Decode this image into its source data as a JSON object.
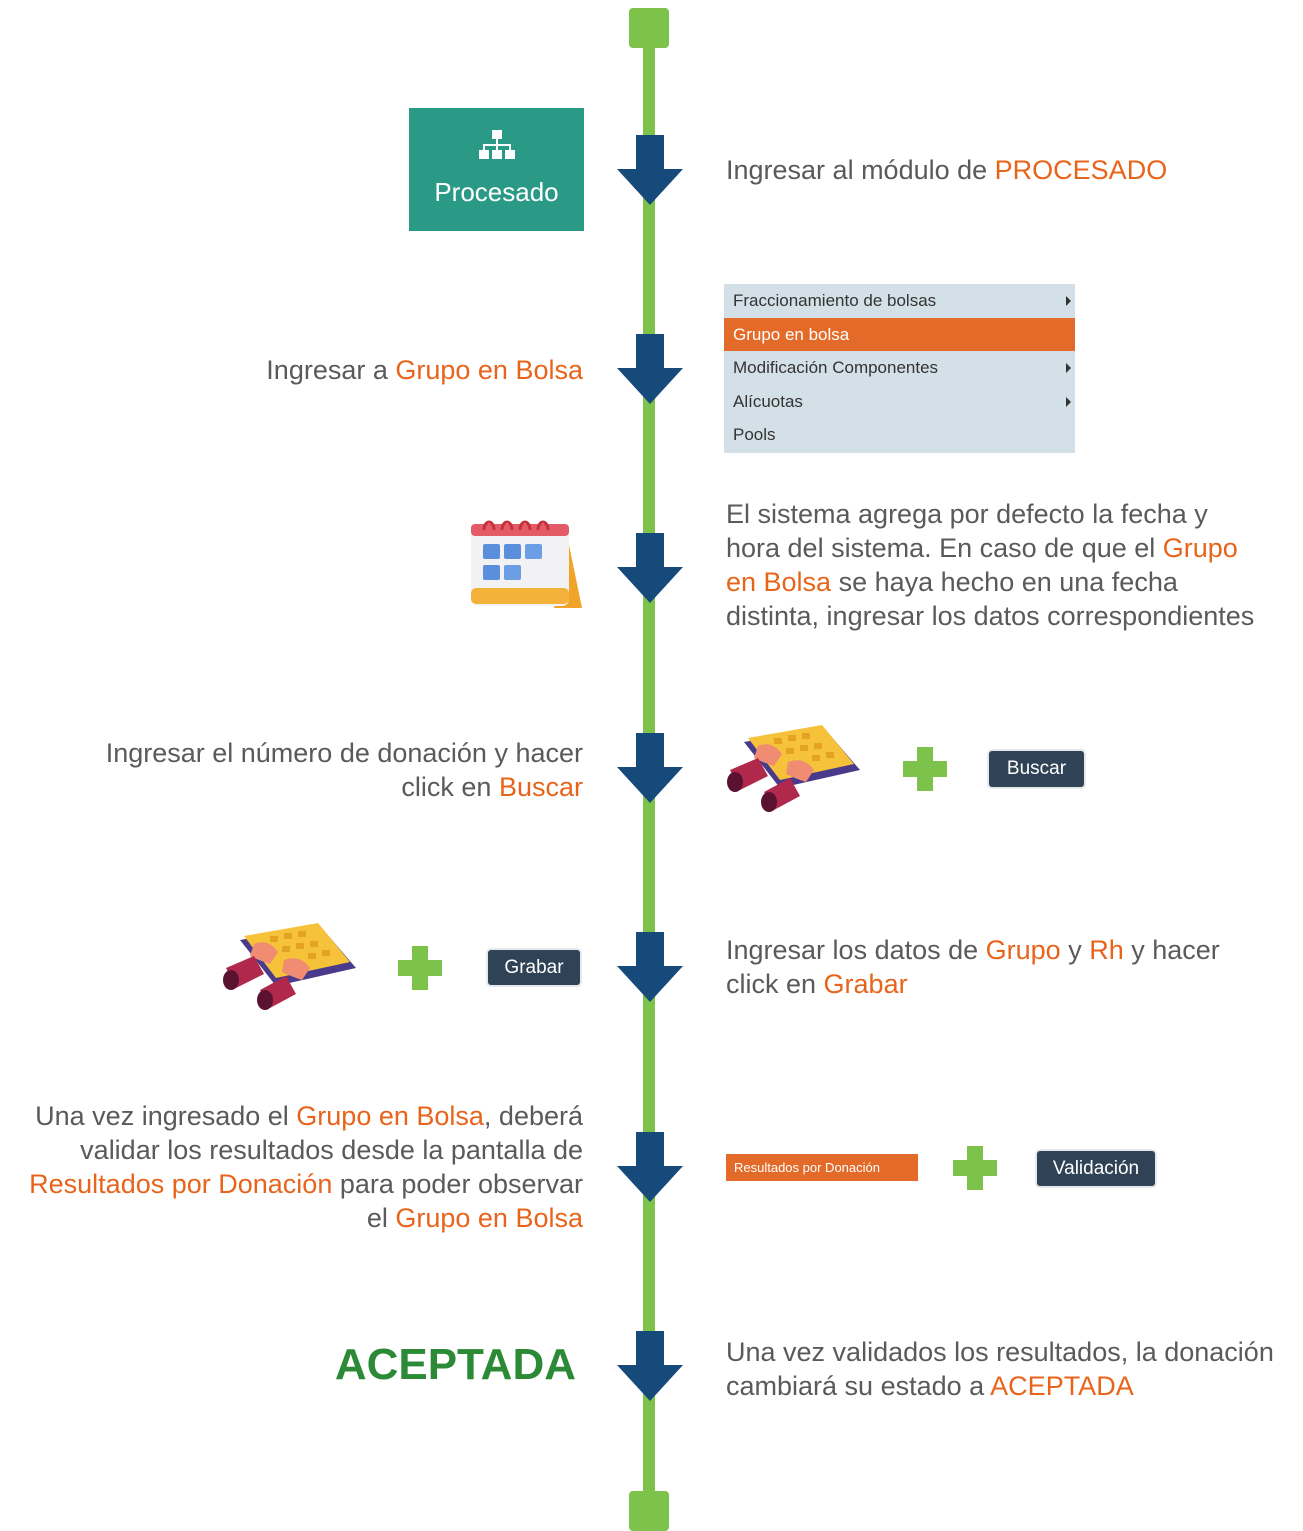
{
  "colors": {
    "timeline": "#7dc24b",
    "arrow": "#154a7a",
    "highlight": "#e8641b",
    "accepted": "#2c8a37",
    "tile": "#2a9a86",
    "button": "#2f4256"
  },
  "step1": {
    "tile_label": "Procesado",
    "tile_icon": "sitemap-icon",
    "text_a": "Ingresar al módulo de ",
    "text_hl": "PROCESADO"
  },
  "step2": {
    "text_a": "Ingresar a ",
    "text_hl": "Grupo en Bolsa",
    "menu": [
      "Fraccionamiento de bolsas",
      "Grupo en bolsa",
      "Modificación Componentes",
      "Alícuotas",
      "Pools"
    ]
  },
  "step3": {
    "icon": "calendar-icon",
    "line1": "El sistema agrega por defecto la fecha y",
    "line2a": "hora del sistema. En caso de que el ",
    "line2hl": "Grupo",
    "line3hl": "en Bolsa",
    "line3b": " se haya hecho en una fecha",
    "line4": "distinta, ingresar los datos correspondientes"
  },
  "step4": {
    "line1": "Ingresar el número de donación y hacer",
    "line2a": "click en ",
    "line2hl": "Buscar",
    "button": "Buscar",
    "icon": "keyboard-typing-icon"
  },
  "step5": {
    "line1a": "Ingresar los datos de  ",
    "line1hl1": "Grupo",
    "line1b": " y ",
    "line1hl2": "Rh",
    "line1c": " y hacer",
    "line2a": "click en ",
    "line2hl": "Grabar",
    "button": "Grabar",
    "icon": "keyboard-typing-icon"
  },
  "step6": {
    "line1a": "Una vez ingresado el ",
    "line1hl": "Grupo en Bolsa",
    "line1b": ", deberá",
    "line2": "validar los resultados desde la pantalla de",
    "line3hl": "Resultados por Donación",
    "line3b": " para poder observar",
    "line4a": "el ",
    "line4hl": "Grupo en Bolsa",
    "chip": "Resultados por Donación",
    "button": "Validación"
  },
  "step7": {
    "label": "ACEPTADA",
    "line1": "Una vez validados los resultados, la donación",
    "line2a": "cambiará su estado a ",
    "line2hl": "ACEPTADA"
  }
}
